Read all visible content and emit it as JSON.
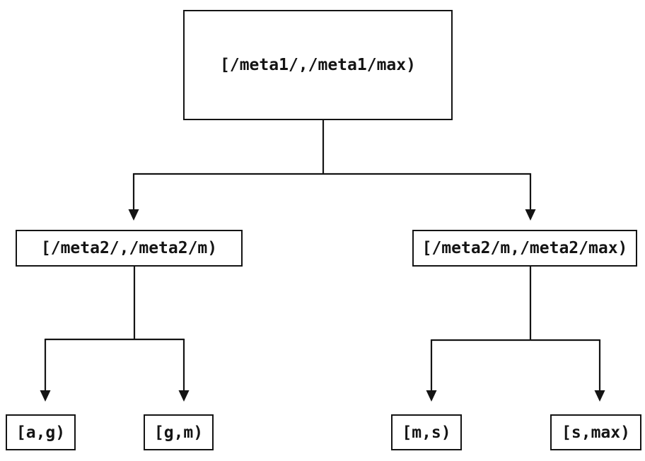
{
  "diagram": {
    "type": "interval-partition-tree",
    "background_color": "#ffffff",
    "line_color": "#141414",
    "text_color": "#141414",
    "nodes": {
      "root": {
        "label": "[/meta1/,/meta1/max)"
      },
      "left_mid": {
        "label": "[/meta2/,/meta2/m)"
      },
      "right_mid": {
        "label": "[/meta2/m,/meta2/max)"
      },
      "leaf_ag": {
        "label": "[a,g)"
      },
      "leaf_gm": {
        "label": "[g,m)"
      },
      "leaf_ms": {
        "label": "[m,s)"
      },
      "leaf_smax": {
        "label": "[s,max)"
      }
    },
    "edges": [
      {
        "from": "root",
        "to": "left_mid"
      },
      {
        "from": "root",
        "to": "right_mid"
      },
      {
        "from": "left_mid",
        "to": "leaf_ag"
      },
      {
        "from": "left_mid",
        "to": "leaf_gm"
      },
      {
        "from": "right_mid",
        "to": "leaf_ms"
      },
      {
        "from": "right_mid",
        "to": "leaf_smax"
      }
    ]
  }
}
